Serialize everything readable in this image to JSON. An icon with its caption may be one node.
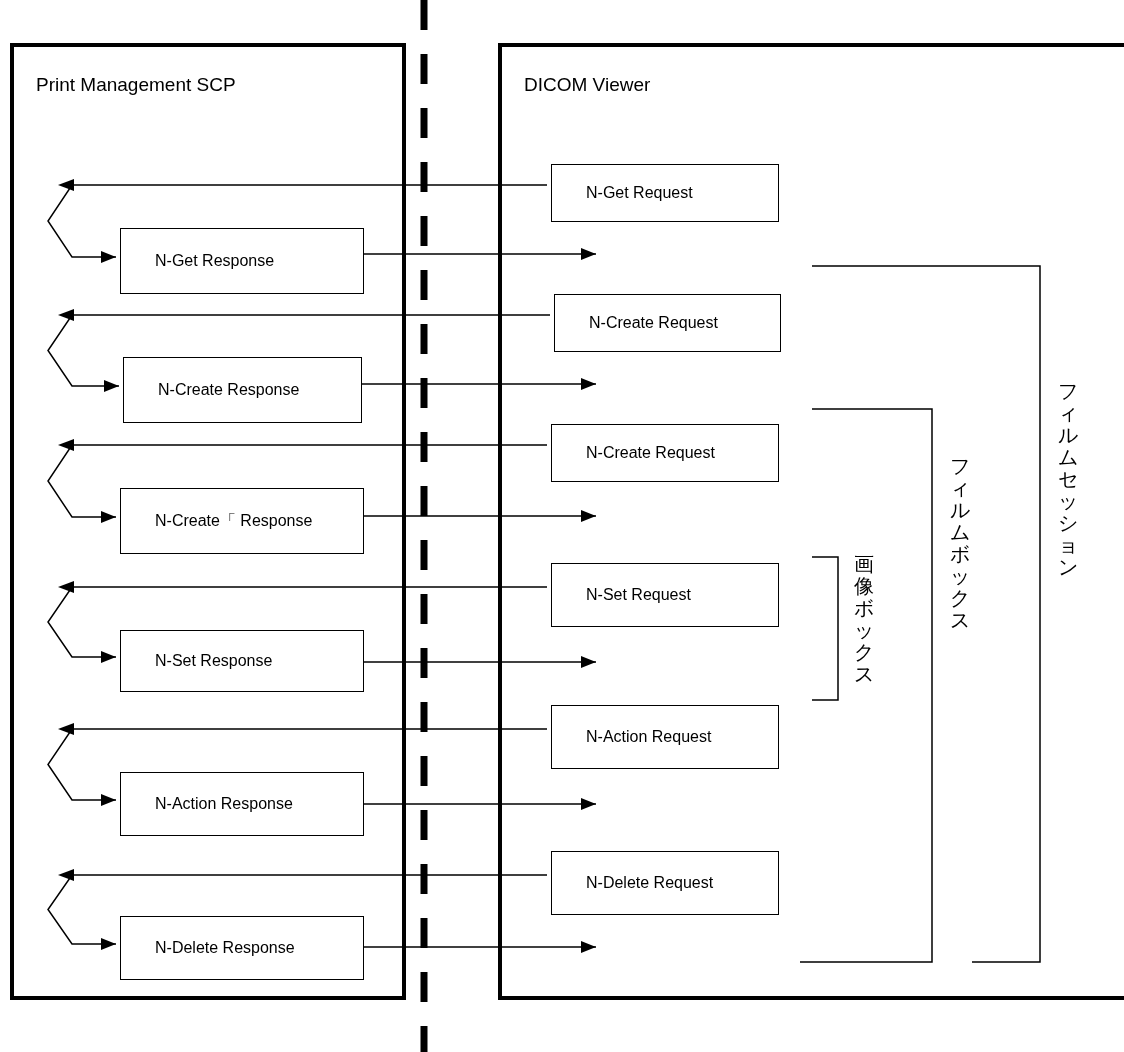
{
  "diagram": {
    "nodes": [
      {
        "text": [
          "Print Management SCP"
        ]
      },
      {
        "text": [
          "DICOM Viewer"
        ]
      },
      {
        "text": [
          "N-Get Request"
        ],
        "in": 1
      },
      {
        "text": [
          "N-Get Response"
        ],
        "in": 0
      },
      {
        "text": [
          "N-Create Request"
        ],
        "in": 1
      },
      {
        "text": [
          "N-Create Response"
        ],
        "in": 0
      },
      {
        "text": [
          "N-Create Request"
        ],
        "in": 1
      },
      {
        "text": [
          "N-Create「 Response"
        ],
        "in": 0
      },
      {
        "text": [
          "N-Set Request"
        ],
        "in": 1
      },
      {
        "text": [
          "N-Set Response"
        ],
        "in": 0
      },
      {
        "text": [
          "N-Action Request"
        ],
        "in": 1
      },
      {
        "text": [
          "N-Action Response"
        ],
        "in": 0
      },
      {
        "text": [
          "N-Delete Request"
        ],
        "in": 1
      },
      {
        "text": [
          "N-Delete Response"
        ],
        "in": 0
      }
    ],
    "edges": [
      {
        "from": 2,
        "to": 3,
        "arrow": "to"
      },
      {
        "from": 3,
        "to": null,
        "arrow": "to"
      },
      {
        "from": 4,
        "to": 5,
        "arrow": "to"
      },
      {
        "from": 5,
        "to": null,
        "arrow": "to"
      },
      {
        "from": 6,
        "to": 7,
        "arrow": "to"
      },
      {
        "from": 7,
        "to": null,
        "arrow": "to"
      },
      {
        "from": 8,
        "to": 9,
        "arrow": "to"
      },
      {
        "from": 9,
        "to": null,
        "arrow": "to"
      },
      {
        "from": 10,
        "to": 11,
        "arrow": "to"
      },
      {
        "from": 11,
        "to": null,
        "arrow": "to"
      },
      {
        "from": 12,
        "to": 13,
        "arrow": "to"
      },
      {
        "from": 13,
        "to": null,
        "arrow": "to"
      }
    ],
    "labels": [
      "画像ボックス",
      "フィルムボックス",
      "フィルムセッション"
    ]
  }
}
